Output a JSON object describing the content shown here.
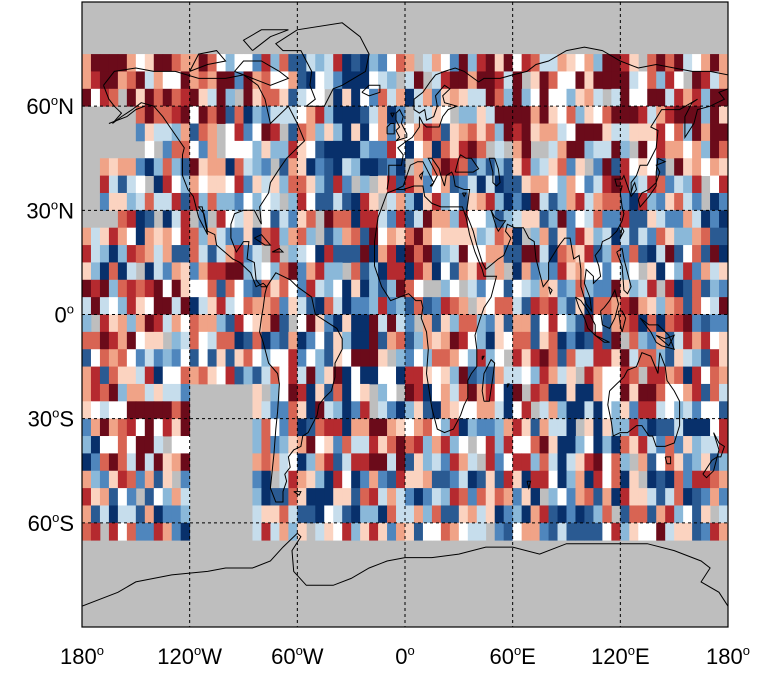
{
  "map": {
    "projection": "equirectangular",
    "lon_range": [
      -180,
      180
    ],
    "lat_range": [
      -90,
      90
    ],
    "gridlines": "dotted",
    "missing_color": "#bebebe",
    "colormap": [
      "#08306b",
      "#2a5a92",
      "#4f86bd",
      "#8ab8d9",
      "#c6ddec",
      "#ffffff",
      "#fbd3c0",
      "#f0a387",
      "#d86453",
      "#b52a2f",
      "#6b0b1a"
    ]
  },
  "axes": {
    "x_ticks": [
      {
        "lon": -180,
        "base": "180",
        "sup": "o",
        "suffix": ""
      },
      {
        "lon": -120,
        "base": "120",
        "sup": "o",
        "suffix": "W"
      },
      {
        "lon": -60,
        "base": "60",
        "sup": "o",
        "suffix": "W"
      },
      {
        "lon": 0,
        "base": "0",
        "sup": "o",
        "suffix": ""
      },
      {
        "lon": 60,
        "base": "60",
        "sup": "o",
        "suffix": "E"
      },
      {
        "lon": 120,
        "base": "120",
        "sup": "o",
        "suffix": "E"
      },
      {
        "lon": 180,
        "base": "180",
        "sup": "o",
        "suffix": ""
      }
    ],
    "y_ticks": [
      {
        "lat": 60,
        "base": "60",
        "sup": "o",
        "suffix": "N"
      },
      {
        "lat": 30,
        "base": "30",
        "sup": "o",
        "suffix": "N"
      },
      {
        "lat": 0,
        "base": "0",
        "sup": "o",
        "suffix": ""
      },
      {
        "lat": -30,
        "base": "30",
        "sup": "o",
        "suffix": "S"
      },
      {
        "lat": -60,
        "base": "60",
        "sup": "o",
        "suffix": "S"
      }
    ]
  },
  "grid_data": {
    "cell_deg": 5,
    "lat_range": [
      -65,
      75
    ],
    "band_tendencies": [
      {
        "lat": [
          55,
          75
        ],
        "lon": [
          -180,
          -100
        ],
        "bias": 0.7
      },
      {
        "lat": [
          45,
          75
        ],
        "lon": [
          30,
          180
        ],
        "bias": 0.55
      },
      {
        "lat": [
          40,
          70
        ],
        "lon": [
          -40,
          -15
        ],
        "bias": -0.8
      },
      {
        "lat": [
          -10,
          10
        ],
        "lon": [
          -180,
          -120
        ],
        "bias": 0.6
      },
      {
        "lat": [
          -45,
          -25
        ],
        "lon": [
          -170,
          -110
        ],
        "bias": 0.7
      },
      {
        "lat": [
          -45,
          -25
        ],
        "lon": [
          -30,
          0
        ],
        "bias": 0.6
      },
      {
        "lat": [
          -30,
          -15
        ],
        "lon": [
          -35,
          0
        ],
        "bias": -0.7
      },
      {
        "lat": [
          -60,
          -45
        ],
        "lon": [
          -180,
          180
        ],
        "bias": -0.2
      },
      {
        "lat": [
          -10,
          10
        ],
        "lon": [
          -40,
          -20
        ],
        "bias": -0.7
      },
      {
        "lat": [
          -40,
          -20
        ],
        "lon": [
          80,
          120
        ],
        "bias": -0.6
      }
    ],
    "missing_regions": [
      {
        "lat": [
          -65,
          -20
        ],
        "lon": [
          -120,
          -85
        ]
      },
      {
        "lat": [
          45,
          60
        ],
        "lon": [
          -180,
          -150
        ]
      },
      {
        "lat": [
          25,
          45
        ],
        "lon": [
          -180,
          -170
        ]
      }
    ]
  }
}
